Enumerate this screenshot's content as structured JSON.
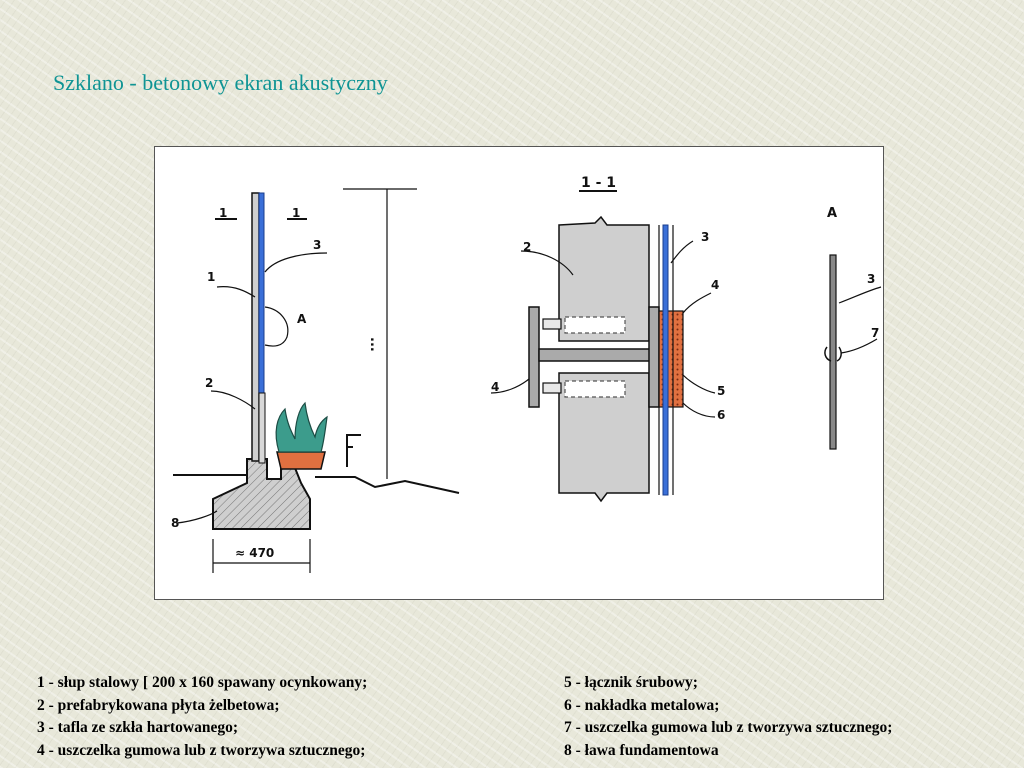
{
  "title": "Szklano - betonowy ekran akustyczny",
  "figure": {
    "section_label": "1 - 1",
    "detail_label": "A",
    "detail_ref": "A",
    "dimension": "≈ 470",
    "marks": {
      "left": [
        "1",
        "1",
        "3",
        "1",
        "2",
        "8"
      ],
      "middle": [
        "2",
        "3",
        "4",
        "4",
        "5",
        "6"
      ],
      "right": [
        "3",
        "7"
      ]
    }
  },
  "legend": {
    "left": [
      "1 - słup stalowy [ 200 x 160 spawany ocynkowany;",
      "2 - prefabrykowana płyta żelbetowa;",
      "3 - tafla ze szkła hartowanego;",
      "4 - uszczelka gumowa lub z tworzywa sztucznego;"
    ],
    "right": [
      "5 - łącznik śrubowy;",
      "6 - nakładka metalowa;",
      "7 - uszczelka gumowa lub z tworzywa sztucznego;",
      "8 - ława fundamentowa"
    ]
  },
  "colors": {
    "title": "#0f9494",
    "glass": "#3a6fd8",
    "concrete": "#cfcfcf",
    "seal": "#e07040",
    "plant": "#3c9c8c"
  }
}
